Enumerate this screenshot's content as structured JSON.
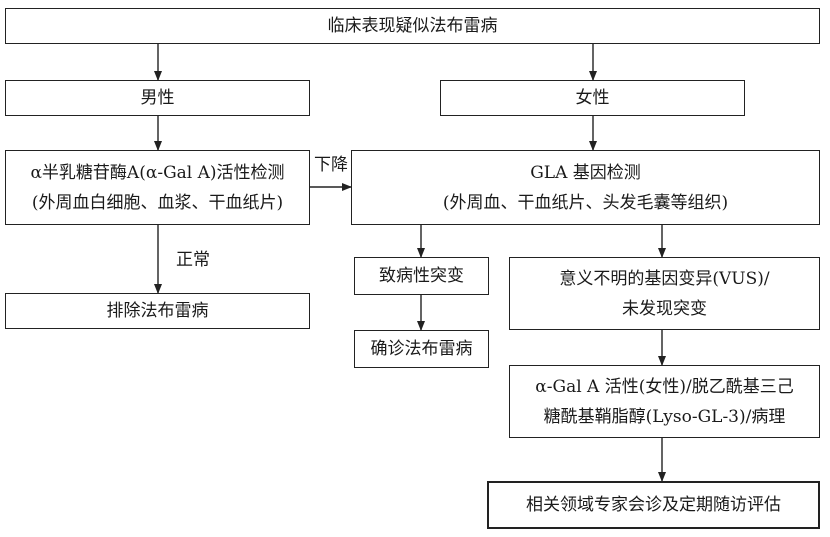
{
  "nodes": {
    "start": "临床表现疑似法布雷病",
    "male": "男性",
    "female": "女性",
    "enzyme_test": {
      "line1": "α半乳糖苷酶A(α-Gal A)活性检测",
      "line2": "(外周血白细胞、血浆、干血纸片)"
    },
    "gla_test": {
      "line1": "GLA 基因检测",
      "line2": "(外周血、干血纸片、头发毛囊等组织)"
    },
    "exclude": "排除法布雷病",
    "pathogenic": "致病性突变",
    "confirm": "确诊法布雷病",
    "vus": {
      "line1": "意义不明的基因变异(VUS)/",
      "line2": "未发现突变"
    },
    "further": {
      "line1": "α-Gal A 活性(女性)/脱乙酰基三己",
      "line2": "糖酰基鞘脂醇(Lyso-GL-3)/病理"
    },
    "final": "相关领域专家会诊及定期随访评估"
  },
  "edge_labels": {
    "decreased": "下降",
    "normal": "正常"
  },
  "colors": {
    "line": "#222222",
    "text": "#1a1a1a"
  }
}
